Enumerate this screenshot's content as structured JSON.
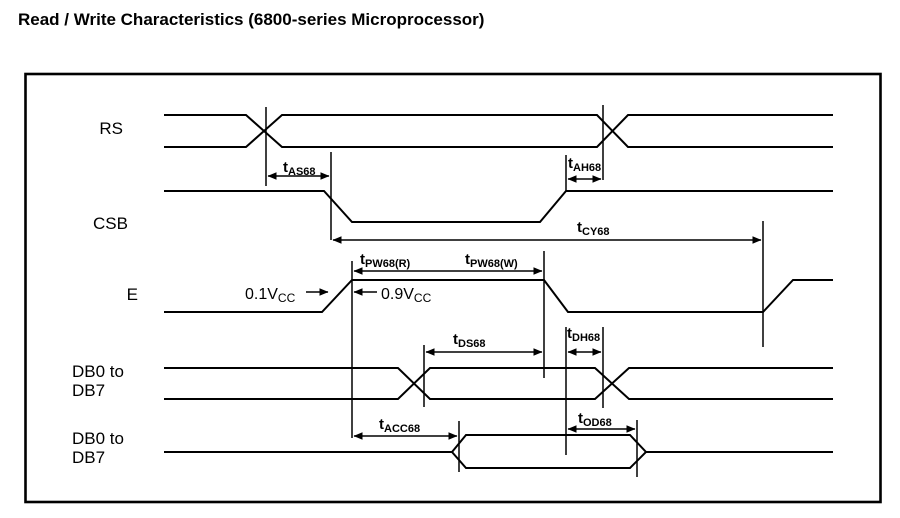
{
  "title": "Read / Write Characteristics (6800-series Microprocessor)",
  "signals": {
    "rs": "RS",
    "csb": "CSB",
    "e": "E",
    "db_in_line1": "DB0 to",
    "db_in_line2": "DB7",
    "db_out_line1": "DB0 to",
    "db_out_line2": "DB7"
  },
  "timings": {
    "tAS68": {
      "main": "t",
      "sub": "AS68"
    },
    "tAH68": {
      "main": "t",
      "sub": "AH68"
    },
    "tCY68": {
      "main": "t",
      "sub": "CY68"
    },
    "tPW68R": {
      "main": "t",
      "sub": "PW68(R)"
    },
    "tPW68W": {
      "main": "t",
      "sub": "PW68(W)"
    },
    "tDS68": {
      "main": "t",
      "sub": "DS68"
    },
    "tDH68": {
      "main": "t",
      "sub": "DH68"
    },
    "tACC68": {
      "main": "t",
      "sub": "ACC68"
    },
    "tOD68": {
      "main": "t",
      "sub": "OD68"
    }
  },
  "voltages": {
    "v01": {
      "main": "0.1V",
      "sub": "CC"
    },
    "v09": {
      "main": "0.9V",
      "sub": "CC"
    }
  },
  "colors": {
    "line": "#000000",
    "background": "#ffffff"
  }
}
